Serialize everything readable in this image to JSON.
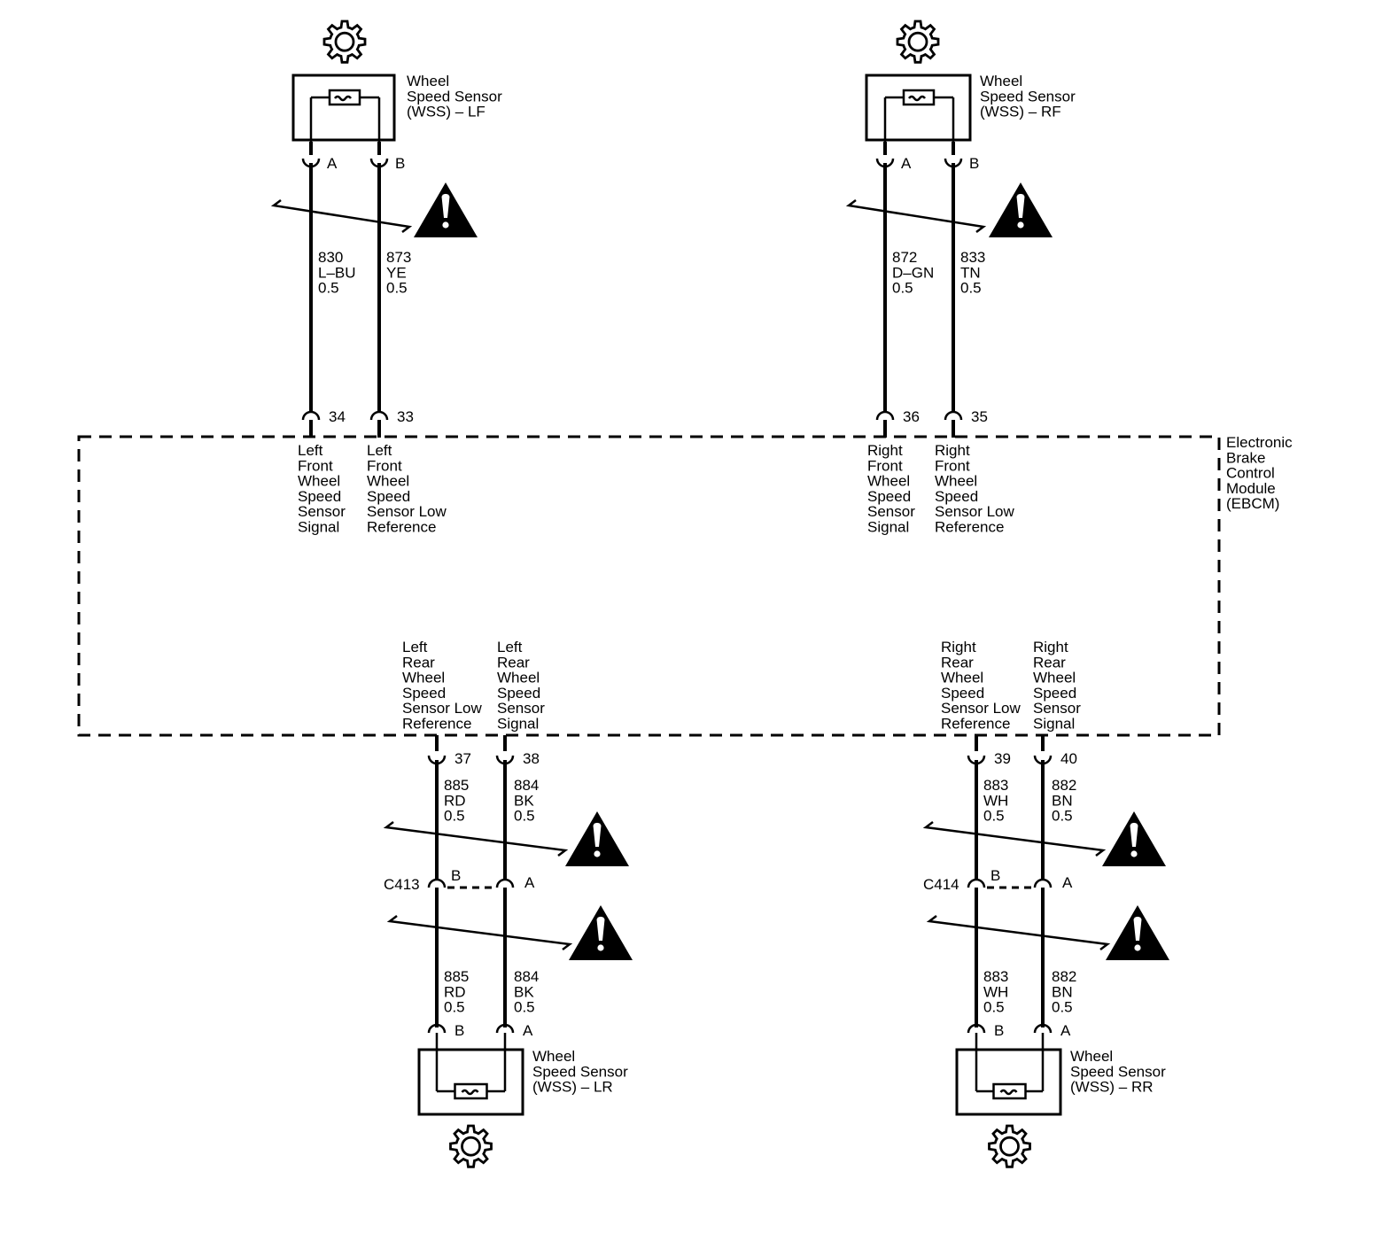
{
  "ebcm_label": [
    "Electronic",
    "Brake",
    "Control",
    "Module",
    "(EBCM)"
  ],
  "sensors": {
    "lf": [
      "Wheel",
      "Speed Sensor",
      "(WSS) – LF"
    ],
    "rf": [
      "Wheel",
      "Speed Sensor",
      "(WSS) – RF"
    ],
    "lr": [
      "Wheel",
      "Speed Sensor",
      "(WSS) – LR"
    ],
    "rr": [
      "Wheel",
      "Speed Sensor",
      "(WSS) – RR"
    ]
  },
  "pins": {
    "lf_a": "A",
    "lf_b": "B",
    "rf_a": "A",
    "rf_b": "B",
    "lr_b": "B",
    "lr_a": "A",
    "rr_b": "B",
    "rr_a": "A"
  },
  "connectors": {
    "c413": "C413",
    "c413_b": "B",
    "c413_a": "A",
    "c414": "C414",
    "c414_b": "B",
    "c414_a": "A"
  },
  "ebcm_pins": {
    "p34": "34",
    "p33": "33",
    "p36": "36",
    "p35": "35",
    "p37": "37",
    "p38": "38",
    "p39": "39",
    "p40": "40"
  },
  "wires": {
    "lf_sig": [
      "830",
      "L–BU",
      "0.5"
    ],
    "lf_low": [
      "873",
      "YE",
      "0.5"
    ],
    "rf_sig": [
      "872",
      "D–GN",
      "0.5"
    ],
    "rf_low": [
      "833",
      "TN",
      "0.5"
    ],
    "lr_low_up": [
      "885",
      "RD",
      "0.5"
    ],
    "lr_sig_up": [
      "884",
      "BK",
      "0.5"
    ],
    "lr_low_dn": [
      "885",
      "RD",
      "0.5"
    ],
    "lr_sig_dn": [
      "884",
      "BK",
      "0.5"
    ],
    "rr_low_up": [
      "883",
      "WH",
      "0.5"
    ],
    "rr_sig_up": [
      "882",
      "BN",
      "0.5"
    ],
    "rr_low_dn": [
      "883",
      "WH",
      "0.5"
    ],
    "rr_sig_dn": [
      "882",
      "BN",
      "0.5"
    ]
  },
  "circuits": {
    "lf_sig": [
      "Left",
      "Front",
      "Wheel",
      "Speed",
      "Sensor",
      "Signal"
    ],
    "lf_low": [
      "Left",
      "Front",
      "Wheel",
      "Speed",
      "Sensor Low",
      "Reference"
    ],
    "rf_sig": [
      "Right",
      "Front",
      "Wheel",
      "Speed",
      "Sensor",
      "Signal"
    ],
    "rf_low": [
      "Right",
      "Front",
      "Wheel",
      "Speed",
      "Sensor Low",
      "Reference"
    ],
    "lr_low": [
      "Left",
      "Rear",
      "Wheel",
      "Speed",
      "Sensor Low",
      "Reference"
    ],
    "lr_sig": [
      "Left",
      "Rear",
      "Wheel",
      "Speed",
      "Sensor",
      "Signal"
    ],
    "rr_low": [
      "Right",
      "Rear",
      "Wheel",
      "Speed",
      "Sensor Low",
      "Reference"
    ],
    "rr_sig": [
      "Right",
      "Rear",
      "Wheel",
      "Speed",
      "Sensor",
      "Signal"
    ]
  }
}
